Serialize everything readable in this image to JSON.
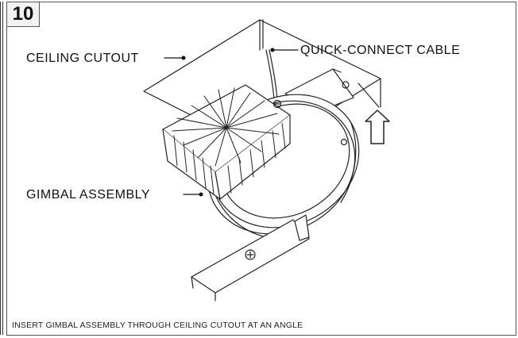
{
  "step": {
    "number": "10"
  },
  "callouts": {
    "ceiling_cutout": "CEILING CUTOUT",
    "quick_connect_cable": "QUICK-CONNECT CABLE",
    "gimbal_assembly": "GIMBAL ASSEMBLY"
  },
  "caption": "INSERT GIMBAL ASSEMBLY THROUGH CEILING CUTOUT AT AN ANGLE",
  "icons": {
    "direction": "up-arrow-icon"
  }
}
